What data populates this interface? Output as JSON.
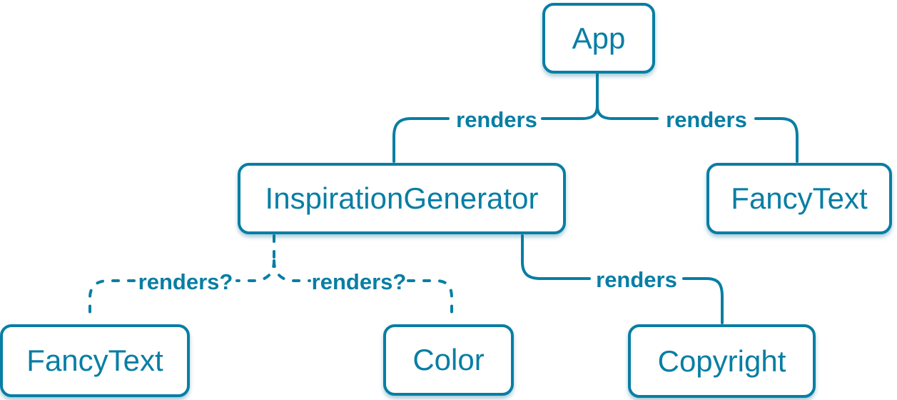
{
  "diagram": {
    "accent_color": "#087ea4",
    "background_color": "#ffffff",
    "node_fill_color": "#ffffff",
    "nodes": [
      {
        "id": "app",
        "label": "App"
      },
      {
        "id": "inspiration-generator",
        "label": "InspirationGenerator"
      },
      {
        "id": "fancy-text-top",
        "label": "FancyText"
      },
      {
        "id": "fancy-text-bottom",
        "label": "FancyText"
      },
      {
        "id": "color",
        "label": "Color"
      },
      {
        "id": "copyright",
        "label": "Copyright"
      }
    ],
    "edges": [
      {
        "from": "App",
        "to": "InspirationGenerator",
        "label": "renders",
        "style": "solid"
      },
      {
        "from": "App",
        "to": "FancyText",
        "label": "renders",
        "style": "solid"
      },
      {
        "from": "InspirationGenerator",
        "to": "FancyText",
        "label": "renders?",
        "style": "dashed"
      },
      {
        "from": "InspirationGenerator",
        "to": "Color",
        "label": "renders?",
        "style": "dashed"
      },
      {
        "from": "InspirationGenerator",
        "to": "Copyright",
        "label": "renders",
        "style": "solid"
      }
    ]
  }
}
